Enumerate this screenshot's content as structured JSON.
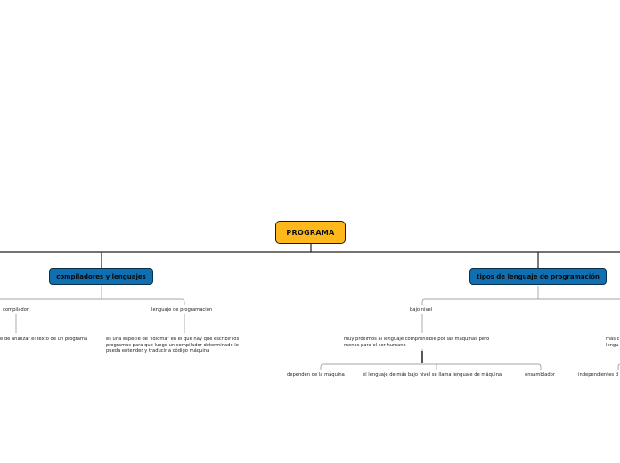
{
  "root": {
    "label": "PROGRAMA",
    "color": "#ffb81c"
  },
  "branches": {
    "compiladores": {
      "label": "compiladores y lenguajes",
      "color": "#0f6fb0"
    },
    "tipos": {
      "label": "tipos de lenguaje de programación",
      "color": "#0f6fb0"
    }
  },
  "compiladores": {
    "compilador": {
      "label": "compilador",
      "desc": "e de analizar el texto de un programa"
    },
    "lenguaje": {
      "label": "lenguaje de programación",
      "desc": "es una especie de \"idioma\" en el que hay que escribir los programas para que luego un compilador determinado lo pueda entender y traducir a código máquina"
    }
  },
  "tipos": {
    "bajo_nivel": {
      "label": "bajo nivel",
      "desc": "muy próximos al lenguaje comprensible por las máquinas pero menos para el ser humano",
      "children": [
        "dependen de la máquina",
        "el lenguaje de más bajo nivel se llama lenguaje de máquina",
        "ensamblador"
      ]
    },
    "alto_nivel": {
      "desc_line1": "más c",
      "desc_line2": "lengu",
      "child": "independientes d"
    }
  }
}
